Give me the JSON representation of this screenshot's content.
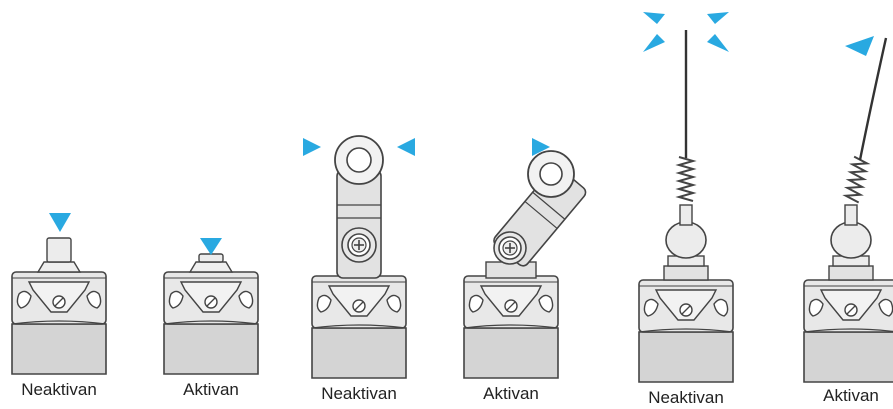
{
  "labels": {
    "s1": "Neaktivan",
    "s2": "Aktivan",
    "s3": "Neaktivan",
    "s4": "Aktivan",
    "s5": "Neaktivan",
    "s6": "Aktivan"
  },
  "colors": {
    "arrow": "#29a9e1",
    "body_fill": "#d4d4d4",
    "body_top": "#e6e6e6",
    "outline": "#444444"
  }
}
